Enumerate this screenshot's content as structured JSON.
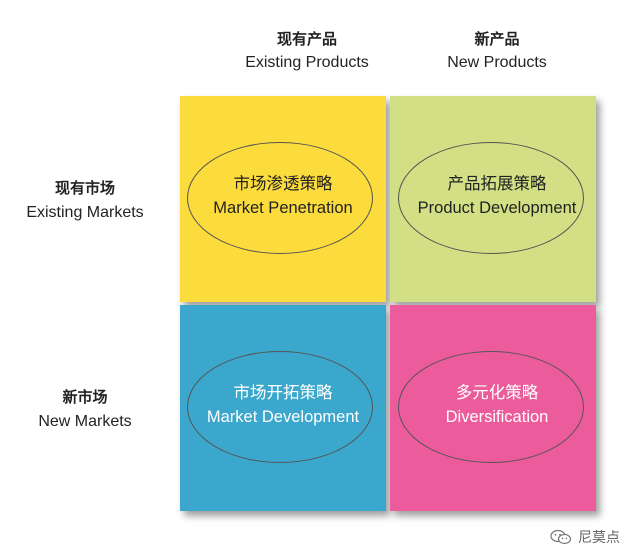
{
  "columns": [
    {
      "zh": "现有产品",
      "en": "Existing Products"
    },
    {
      "zh": "新产品",
      "en": "New Products"
    }
  ],
  "rows": [
    {
      "zh": "现有市场",
      "en": "Existing Markets"
    },
    {
      "zh": "新市场",
      "en": "New Markets"
    }
  ],
  "cells": {
    "tl": {
      "zh": "市场渗透策略",
      "en": "Market Penetration"
    },
    "tr": {
      "zh": "产品拓展策略",
      "en": "Product Development"
    },
    "bl": {
      "zh": "市场开拓策略",
      "en": "Market Development"
    },
    "br": {
      "zh": "多元化策略",
      "en": "Diversification"
    }
  },
  "colors": {
    "existing_product_existing_market": "#fcdc3c",
    "new_product_existing_market": "#d3df84",
    "existing_product_new_market": "#3ba7cc",
    "new_product_new_market": "#ec5c9c"
  },
  "watermark": {
    "icon": "wechat-icon",
    "text": "尼莫点"
  }
}
